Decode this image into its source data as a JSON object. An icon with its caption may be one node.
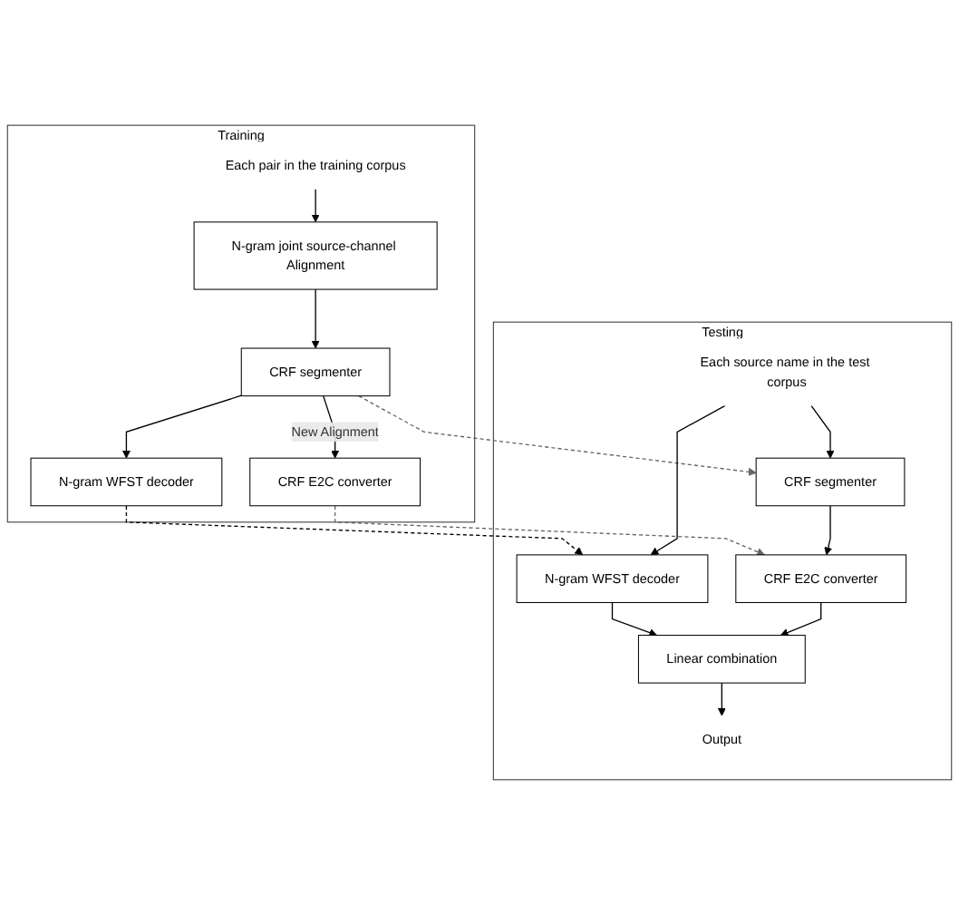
{
  "diagram": {
    "nodes": [
      {
        "text": [
          "Training"
        ]
      },
      {
        "text": [
          "Each pair in the training corpus"
        ],
        "in": 0
      },
      {
        "text": [
          "N-gram joint source-channel Alignment"
        ],
        "in": 0
      },
      {
        "text": [
          "CRF segmenter"
        ],
        "in": 0
      },
      {
        "text": [
          "N-gram WFST decoder"
        ],
        "in": 0
      },
      {
        "text": [
          "CRF E2C converter"
        ],
        "in": 0
      },
      {
        "text": [
          "Testing"
        ]
      },
      {
        "text": [
          "Each source name in the test corpus"
        ],
        "in": 6
      },
      {
        "text": [
          "N-gram WFST decoder"
        ],
        "in": 6
      },
      {
        "text": [
          "CRF segmenter"
        ],
        "in": 6
      },
      {
        "text": [
          "CRF E2C converter"
        ],
        "in": 6
      },
      {
        "text": [
          "Linear combination"
        ],
        "in": 6
      },
      {
        "text": [
          "Output"
        ],
        "in": 6
      }
    ],
    "edges": [
      {
        "from": 1,
        "to": 2,
        "arrow": "to"
      },
      {
        "from": 2,
        "to": 3,
        "arrow": "to"
      },
      {
        "from": 3,
        "to": 4,
        "arrow": "to"
      },
      {
        "from": 3,
        "to": 5,
        "arrow": "to",
        "label": "New Alignment"
      },
      {
        "from": 4,
        "to": 8,
        "arrow": "to",
        "style": "dashed"
      },
      {
        "from": 3,
        "to": 9,
        "arrow": "to",
        "style": "dashed",
        "color": "#666666"
      },
      {
        "from": 5,
        "to": 10,
        "arrow": "to",
        "style": "dashed",
        "color": "#666666"
      },
      {
        "from": 7,
        "to": 8,
        "arrow": "to"
      },
      {
        "from": 7,
        "to": 9,
        "arrow": "to"
      },
      {
        "from": 8,
        "to": 11,
        "arrow": "to"
      },
      {
        "from": 9,
        "to": 10,
        "arrow": "to"
      },
      {
        "from": 10,
        "to": 11,
        "arrow": "to"
      },
      {
        "from": 11,
        "to": 12,
        "arrow": "to"
      }
    ]
  }
}
